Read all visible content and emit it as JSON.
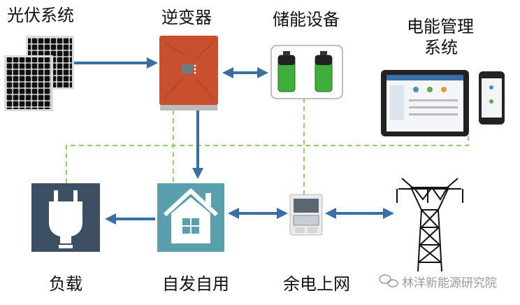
{
  "labels": {
    "pv": "光伏系统",
    "inverter": "逆变器",
    "storage": "储能设备",
    "ems_line1": "电能管理",
    "ems_line2": "系统",
    "load": "负载",
    "self_use": "自发自用",
    "grid_export": "余电上网"
  },
  "watermark": "林洋新能源研究院",
  "colors": {
    "flow_arrow": "#3a6ea5",
    "control_dashed": "#8fd16a",
    "inverter": "#c9502f",
    "load_box": "#3d4f63",
    "house_box": "#5a9fae",
    "battery": "#3fae3a"
  },
  "icons": [
    "solar-panel-icon",
    "inverter-icon",
    "battery-icon",
    "tablet-icon",
    "phone-icon",
    "plug-icon",
    "house-icon",
    "meter-icon",
    "power-tower-icon",
    "wechat-icon"
  ]
}
